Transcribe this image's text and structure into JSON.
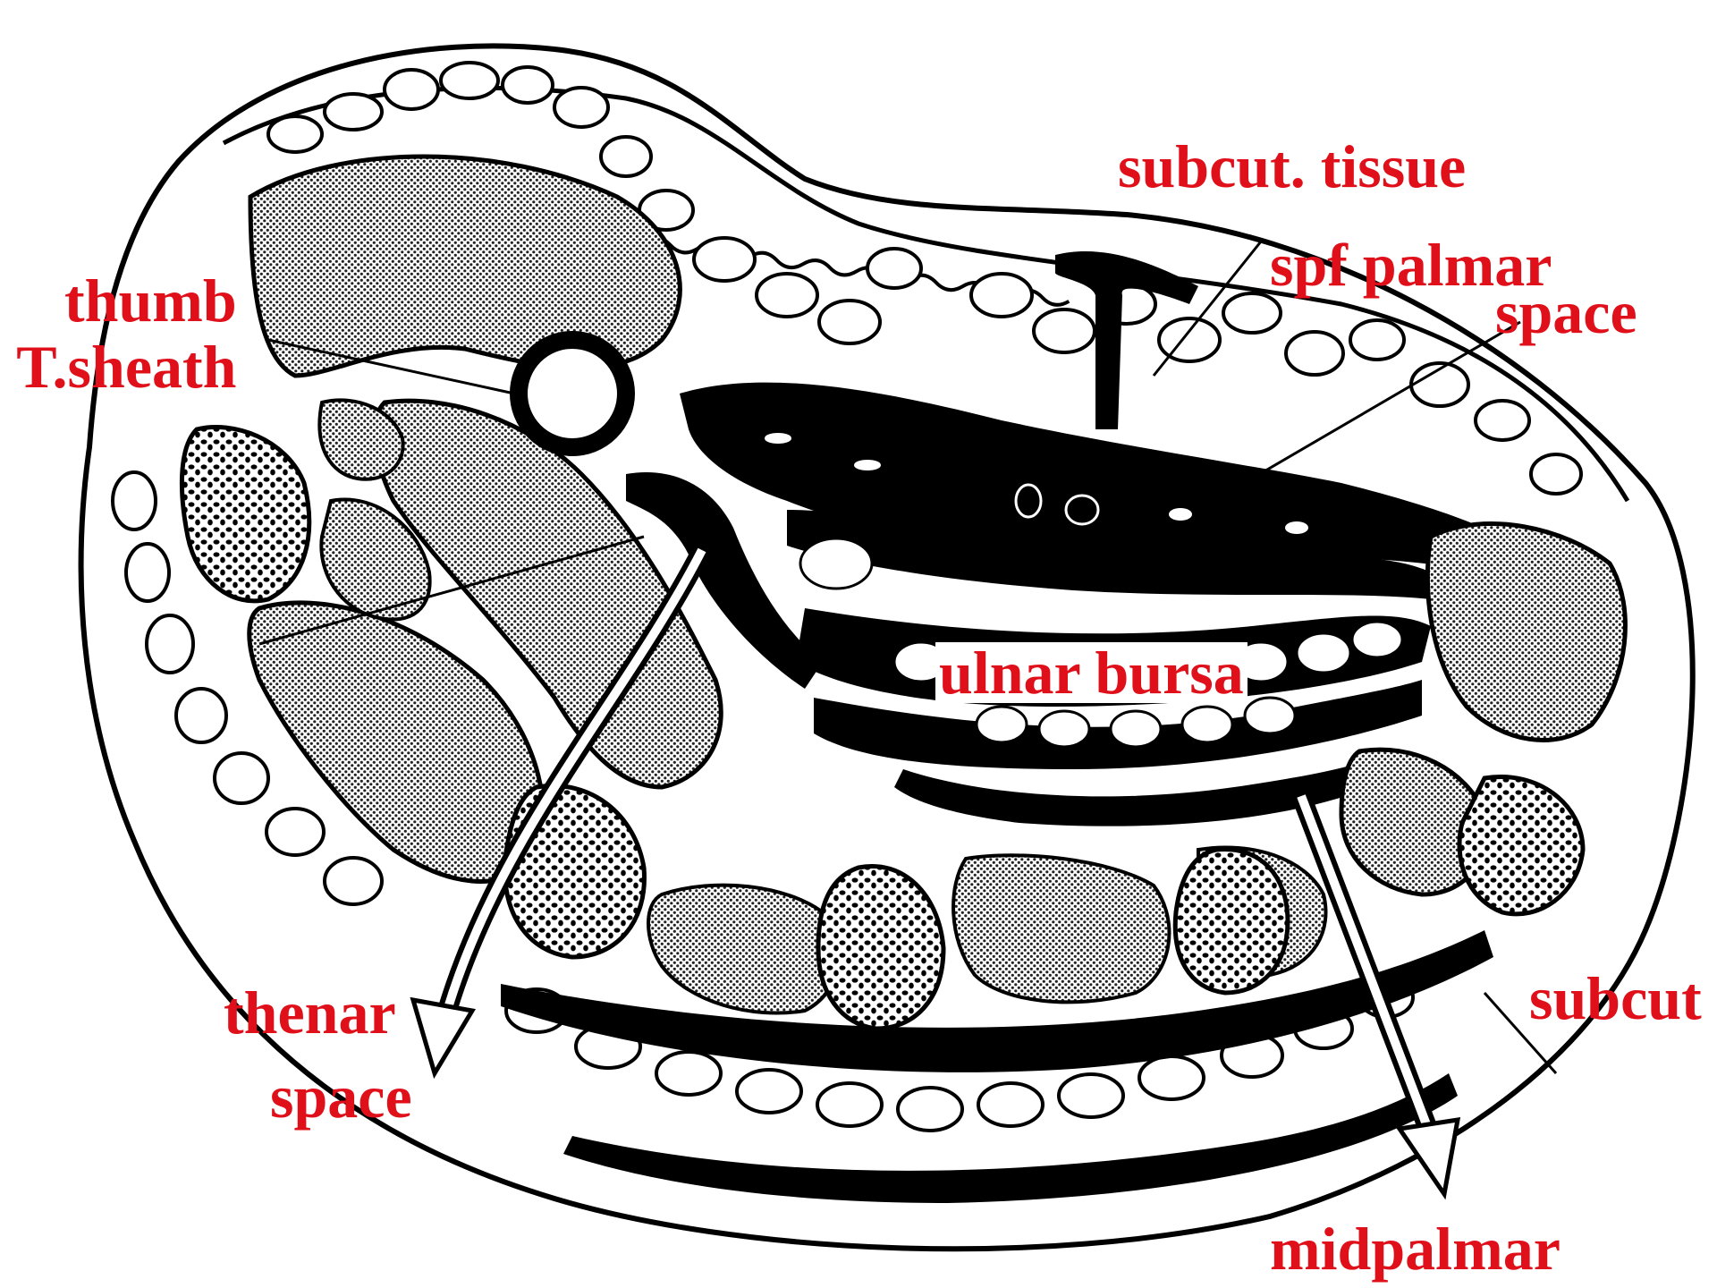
{
  "diagram": {
    "labels": {
      "thumb_line1": "thumb",
      "thumb_line2": "T.sheath",
      "subcut_tissue": "subcut. tissue",
      "spf_palmar_line1": "spf palmar",
      "spf_palmar_line2": "space",
      "ulnar_bursa": "ulnar bursa",
      "thenar_line1": "thenar",
      "thenar_line2": "space",
      "subcut": "subcut",
      "midpalmar": "midpalmar"
    },
    "colors": {
      "label": "#e0101a",
      "ink": "#000000",
      "paper": "#ffffff",
      "muscle_fill": "#b0b0b0"
    }
  }
}
